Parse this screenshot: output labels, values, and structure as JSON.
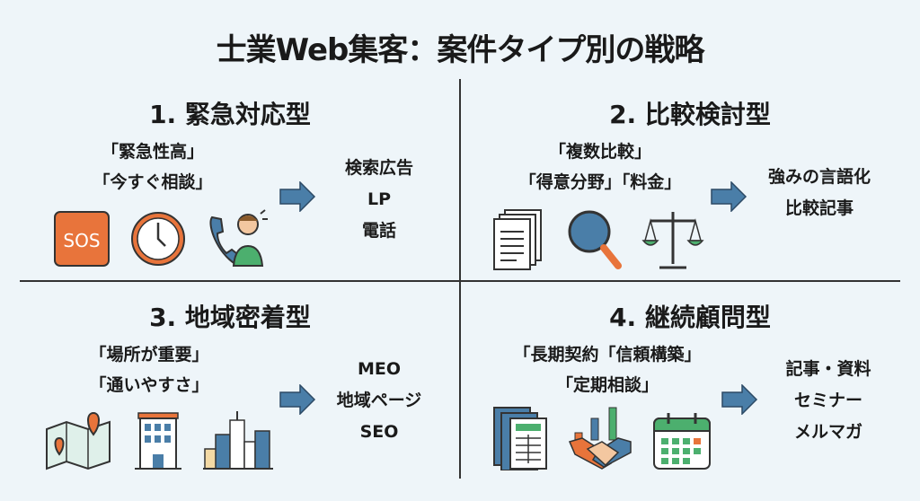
{
  "title": "士業Web集客：案件タイプ別の戦略",
  "quadrants": [
    {
      "heading": "1. 緊急対応型",
      "keywords": [
        "「緊急性高」",
        "「今すぐ相談」"
      ],
      "results": [
        "検索広告",
        "LP",
        "電話"
      ],
      "icons": [
        "sos-icon",
        "clock-icon",
        "phone-person-icon"
      ],
      "sos_label": "SOS"
    },
    {
      "heading": "2. 比較検討型",
      "keywords": [
        "「複数比較」",
        "「得意分野」「料金」"
      ],
      "results": [
        "強みの言語化",
        "比較記事"
      ],
      "icons": [
        "documents-icon",
        "magnifier-icon",
        "scales-icon"
      ]
    },
    {
      "heading": "3. 地域密着型",
      "keywords": [
        "「場所が重要」",
        "「通いやすさ」"
      ],
      "results": [
        "MEO",
        "地域ページ",
        "SEO"
      ],
      "icons": [
        "map-pin-icon",
        "office-building-icon",
        "city-icon"
      ]
    },
    {
      "heading": "4. 継続顧問型",
      "keywords": [
        "「長期契約「信頼構築」",
        "「定期相談」"
      ],
      "results": [
        "記事・資料",
        "セミナー",
        "メルマガ"
      ],
      "icons": [
        "report-icon",
        "handshake-chart-icon",
        "calendar-icon"
      ]
    }
  ],
  "colors": {
    "background": "#eef5f9",
    "arrow": "#4a7ea8",
    "orange": "#e8743b",
    "green": "#4caf6e",
    "navy": "#2c4a66"
  }
}
